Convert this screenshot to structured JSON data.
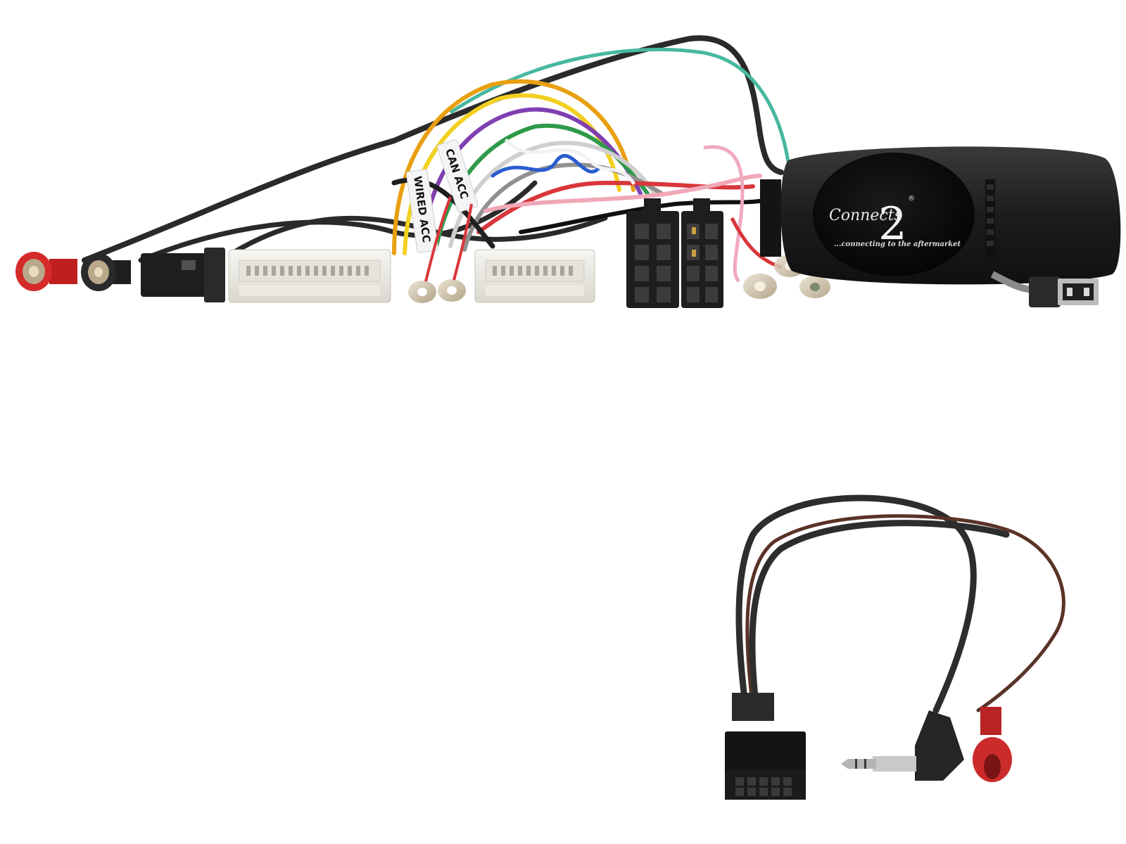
{
  "product_photo": {
    "harness": {
      "tag_labels": [
        "CAN ACC",
        "WIRED ACC"
      ]
    },
    "interface_box": {
      "logo_brand": "Connects",
      "logo_numeral": "2",
      "logo_registered": "®",
      "logo_tagline": "...connecting to the aftermarket"
    }
  },
  "colors": {
    "background": "#ffffff",
    "cable_black": "#2a2a2a",
    "connector_white": "#ecebe6",
    "rca_red": "#d42a2a",
    "iso_black": "#1e1e1e",
    "module_black": "#1b1b1b"
  }
}
